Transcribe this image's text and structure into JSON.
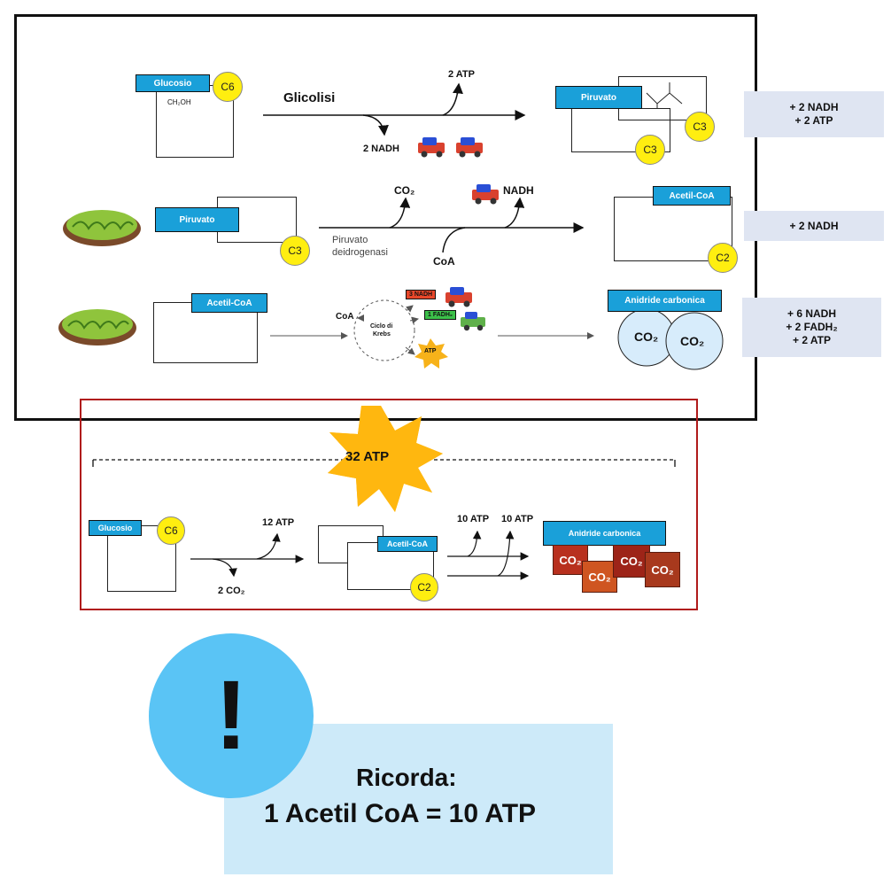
{
  "panel1": {
    "row1": {
      "glucosio_tag": "Glucosio",
      "glucosio_carbon": "C6",
      "glucosio_ch2oh": "CH₂OH",
      "process": "Glicolisi",
      "atp_out": "2 ATP",
      "nadh_out": "2 NADH",
      "piruvato_tag": "Piruvato",
      "piruvato_carbon": "C3",
      "summary": [
        "+ 2 NADH",
        "+ 2 ATP"
      ]
    },
    "row2": {
      "piruvato_tag": "Piruvato",
      "piruvato_carbon": "C3",
      "co2_out": "CO₂",
      "nadh_out": "NADH",
      "enzyme": [
        "Piruvato",
        "deidrogenasi"
      ],
      "coa_in": "CoA",
      "acetil_tag": "Acetil-CoA",
      "acetil_carbon": "C2",
      "summary": [
        "+ 2 NADH"
      ]
    },
    "row3": {
      "acetil_tag": "Acetil-CoA",
      "coa_in": "CoA",
      "cycle": [
        "Ciclo di",
        "Krebs"
      ],
      "nadh_badge": "3 NADH",
      "fadh_badge": "1 FADH₂",
      "atp_badge": "ATP",
      "anidride_tag": "Anidride carbonica",
      "co2_a": "CO₂",
      "co2_b": "CO₂",
      "summary": [
        "+ 6 NADH",
        "+ 2 FADH₂",
        "+ 2 ATP"
      ]
    }
  },
  "panel2": {
    "total": "32 ATP",
    "glucosio_tag": "Glucosio",
    "glucosio_carbon": "C6",
    "atp_12": "12 ATP",
    "co2_2": "2 CO₂",
    "acetil_tag": "Acetil-CoA",
    "acetil_carbon": "C2",
    "atp_10a": "10 ATP",
    "atp_10b": "10 ATP",
    "anidride_tag": "Anidride carbonica",
    "co2_blocks": [
      "CO₂",
      "CO₂",
      "CO₂",
      "CO₂"
    ]
  },
  "callout": {
    "mark": "!",
    "title": "Ricorda:",
    "text": "1 Acetil CoA = 10 ATP"
  },
  "colors": {
    "tag_blue": "#1aa0d9",
    "carbon_yellow": "#ffee10",
    "summary_bg": "#dfe5f2",
    "panel2_border": "#b01a1a",
    "callout_circle": "#5ac4f5",
    "callout_box": "#cdeaf9",
    "co2_bubble": "#d7ecfb",
    "co2_bricks": [
      "#b8301e",
      "#cf5521",
      "#9d2418",
      "#a8391d"
    ]
  }
}
